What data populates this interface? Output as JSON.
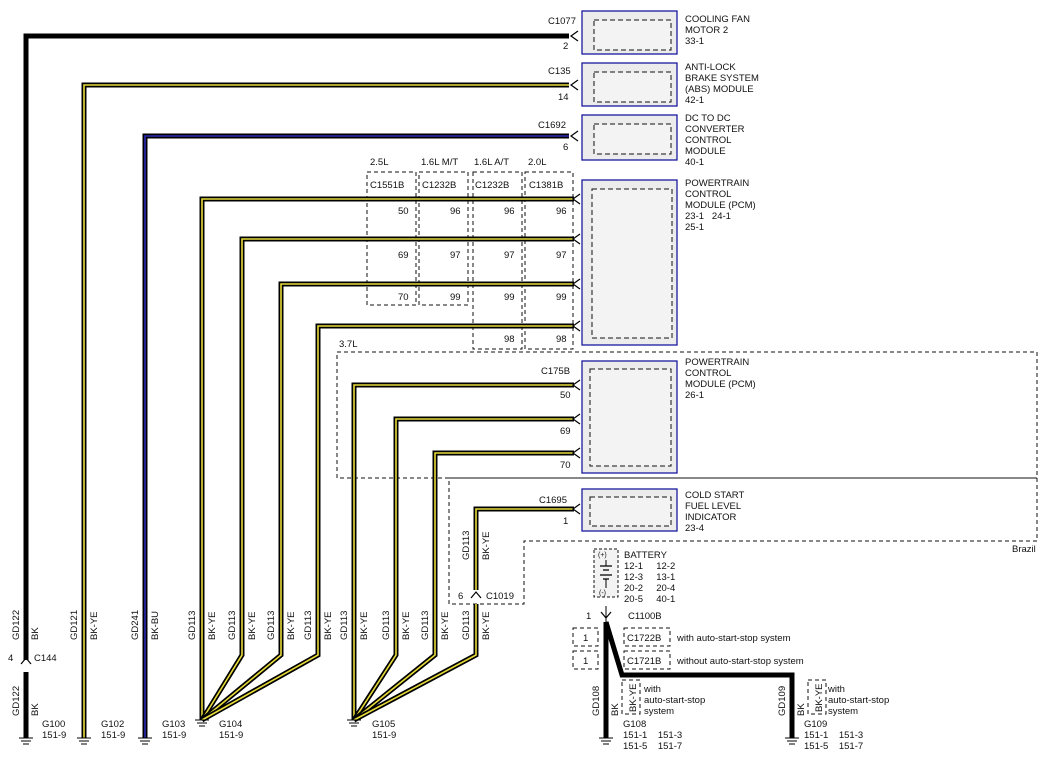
{
  "components": {
    "cfm": {
      "connector": "C1077",
      "pin": "2",
      "l1": "COOLING FAN",
      "l2": "MOTOR 2",
      "l3": "33-1"
    },
    "abs": {
      "connector": "C135",
      "pin": "14",
      "l1": "ANTI-LOCK",
      "l2": "BRAKE SYSTEM",
      "l3": "(ABS) MODULE",
      "l4": "42-1"
    },
    "dcdc": {
      "connector": "C1692",
      "pin": "6",
      "l1": "DC TO DC",
      "l2": "CONVERTER",
      "l3": "CONTROL",
      "l4": "MODULE",
      "l5": "40-1"
    },
    "pcm1": {
      "l1": "POWERTRAIN",
      "l2": "CONTROL",
      "l3": "MODULE (PCM)",
      "l4": "23-1   24-1",
      "l5": "25-1"
    },
    "pcm2": {
      "connector": "C175B",
      "l1": "POWERTRAIN",
      "l2": "CONTROL",
      "l3": "MODULE (PCM)",
      "l4": "26-1",
      "p1": "50",
      "p2": "69",
      "p3": "70"
    },
    "cold": {
      "connector": "C1695",
      "pin": "1",
      "l1": "COLD START",
      "l2": "FUEL LEVEL",
      "l3": "INDICATOR",
      "l4": "23-4"
    },
    "battery": {
      "title": "BATTERY",
      "plus": "(+)",
      "minus": "(-)",
      "r1": "12-1     12-2",
      "r2": "12-3     13-1",
      "r3": "20-2     20-4",
      "r4": "20-5     40-1"
    }
  },
  "variants": {
    "v25": {
      "engine": "2.5L",
      "conn": "C1551B",
      "p1": "50",
      "p2": "69",
      "p3": "70"
    },
    "v16m": {
      "engine": "1.6L M/T",
      "conn": "C1232B",
      "p1": "96",
      "p2": "97",
      "p3": "99"
    },
    "v16a": {
      "engine": "1.6L A/T",
      "conn": "C1232B",
      "p1": "96",
      "p2": "97",
      "p3": "99",
      "p4": "98"
    },
    "v20": {
      "engine": "2.0L",
      "conn": "C1381B",
      "p1": "96",
      "p2": "97",
      "p3": "99",
      "p4": "98"
    },
    "v37": {
      "engine": "3.7L"
    },
    "brazil": "Brazil"
  },
  "wires": {
    "gd122": "GD122",
    "gd121": "GD121",
    "gd241": "GD241",
    "gd113": "GD113",
    "gd108": "GD108",
    "gd109": "GD109",
    "bk": "BK",
    "bkye": "BK-YE",
    "bkbu": "BK-BU"
  },
  "inline": {
    "c144": "C144",
    "c144_pin": "4",
    "c1019": "C1019",
    "c1019_pin": "6",
    "c1100b": "C1100B",
    "c1100b_pin": "1",
    "c1722b": "C1722B",
    "c1722b_pin": "1",
    "c1722b_note": "with auto-start-stop system",
    "c1721b": "C1721B",
    "c1721b_pin": "1",
    "c1721b_note": "without auto-start-stop system",
    "with_l1": "with",
    "with_l2": "auto-start-stop",
    "with_l3": "system"
  },
  "grounds": {
    "g100": {
      "name": "G100",
      "ref": "151-9"
    },
    "g102": {
      "name": "G102",
      "ref": "151-9"
    },
    "g103": {
      "name": "G103",
      "ref": "151-9"
    },
    "g104": {
      "name": "G104",
      "ref": "151-9"
    },
    "g105": {
      "name": "G105",
      "ref": "151-9"
    },
    "g108": {
      "name": "G108",
      "r1": "151-1    151-3",
      "r2": "151-5    151-7"
    },
    "g109": {
      "name": "G109",
      "r1": "151-1    151-3",
      "r2": "151-5    151-7"
    }
  },
  "colors": {
    "black": "#000000",
    "yellow": "#e8dc3a",
    "blue": "#2a2ab8",
    "box_border": "#1a1aa0",
    "box_fill": "#ececec"
  }
}
